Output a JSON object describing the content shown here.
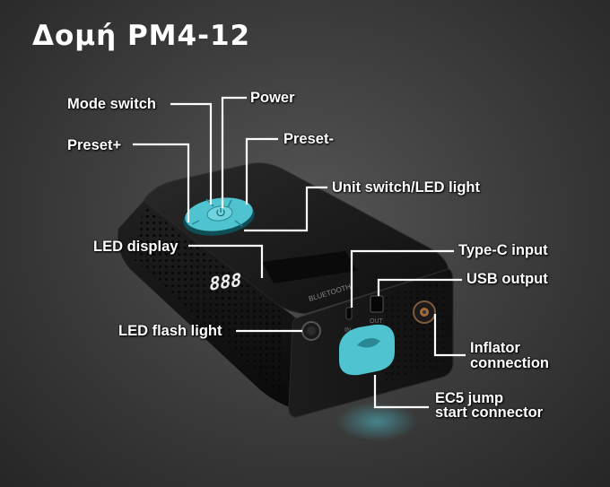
{
  "title": "Δομή PM4-12",
  "device": {
    "display_digits": "888",
    "brand_text": "BLUETOOTH",
    "port_in_label": "IN",
    "port_out_label": "OUT"
  },
  "labels": {
    "mode_switch": "Mode switch",
    "power": "Power",
    "preset_plus": "Preset+",
    "preset_minus": "Preset-",
    "unit_switch": "Unit switch/LED light",
    "led_display": "LED display",
    "type_c_input": "Type-C input",
    "usb_output": "USB output",
    "led_flash_light": "LED flash light",
    "inflator_line1": "Inflator",
    "inflator_line2": "connection",
    "ec5_line1": "EC5 jump",
    "ec5_line2": "start connector"
  },
  "colors": {
    "accent": "#4fc3d0",
    "device_body": "#141414",
    "leader_line": "#ffffff"
  }
}
